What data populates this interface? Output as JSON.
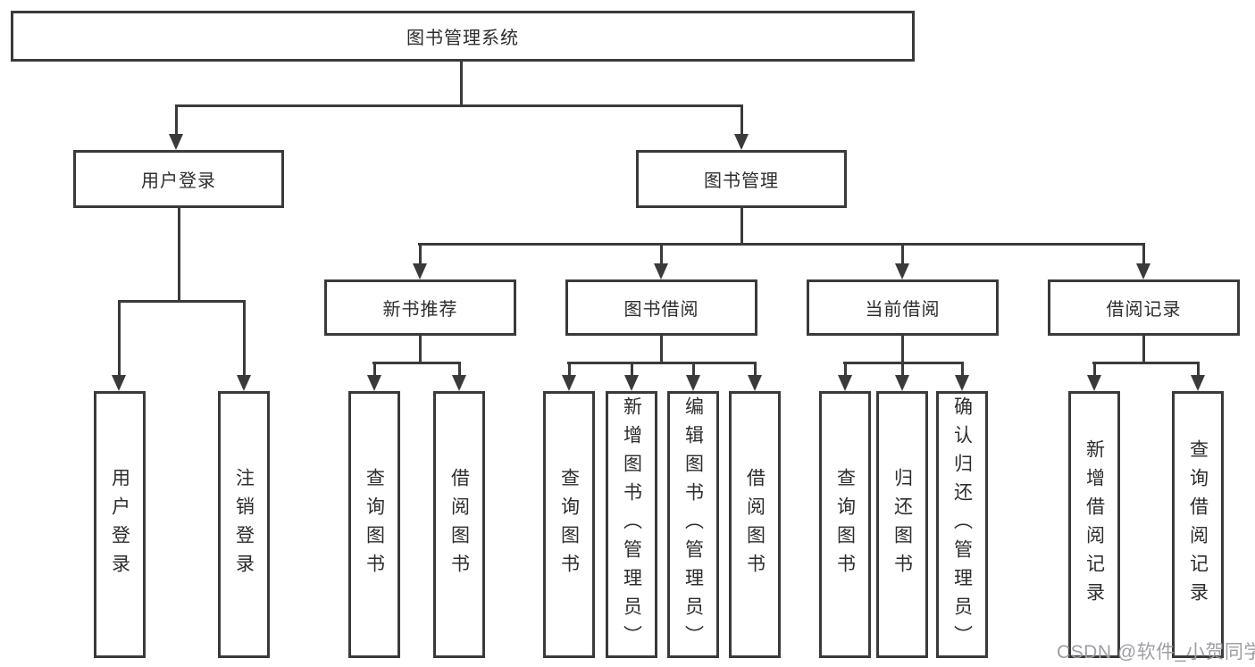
{
  "title": {
    "label": "图书管理系统"
  },
  "level1": [
    {
      "label": "用户登录"
    },
    {
      "label": "图书管理"
    }
  ],
  "level2": [
    {
      "label": "新书推荐"
    },
    {
      "label": "图书借阅"
    },
    {
      "label": "当前借阅"
    },
    {
      "label": "借阅记录"
    }
  ],
  "leaves": {
    "user_login": [
      "用户登录",
      "注销登录"
    ],
    "new_books": [
      "查询图书",
      "借阅图书"
    ],
    "book_borrow": [
      "查询图书",
      "新增图书（管理员）",
      "编辑图书（管理员）",
      "借阅图书"
    ],
    "current_borrow": [
      "查询图书",
      "归还图书",
      "确认归还（管理员）"
    ],
    "borrow_records": [
      "新增借阅记录",
      "查询借阅记录"
    ]
  },
  "watermark": "CSDN @软件_小贺同学",
  "colors": {
    "line": "#3a3a3a",
    "text": "#2d2d2d",
    "watermark": "#9e9ea4",
    "background": "#ffffff"
  }
}
